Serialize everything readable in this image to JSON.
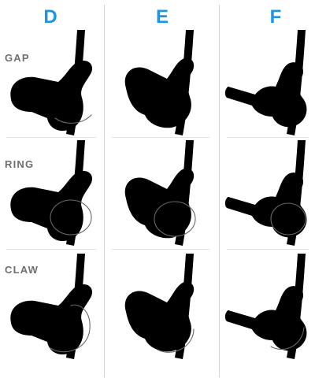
{
  "columns": [
    {
      "letter": "D"
    },
    {
      "letter": "E"
    },
    {
      "letter": "F"
    }
  ],
  "rows": [
    {
      "label": "GAP"
    },
    {
      "label": "RING"
    },
    {
      "label": "CLAW"
    }
  ],
  "colors": {
    "heading": "#1f94e0",
    "label": "#6f6f6f",
    "outline": "#555555",
    "divider": "#d5d5d5"
  }
}
